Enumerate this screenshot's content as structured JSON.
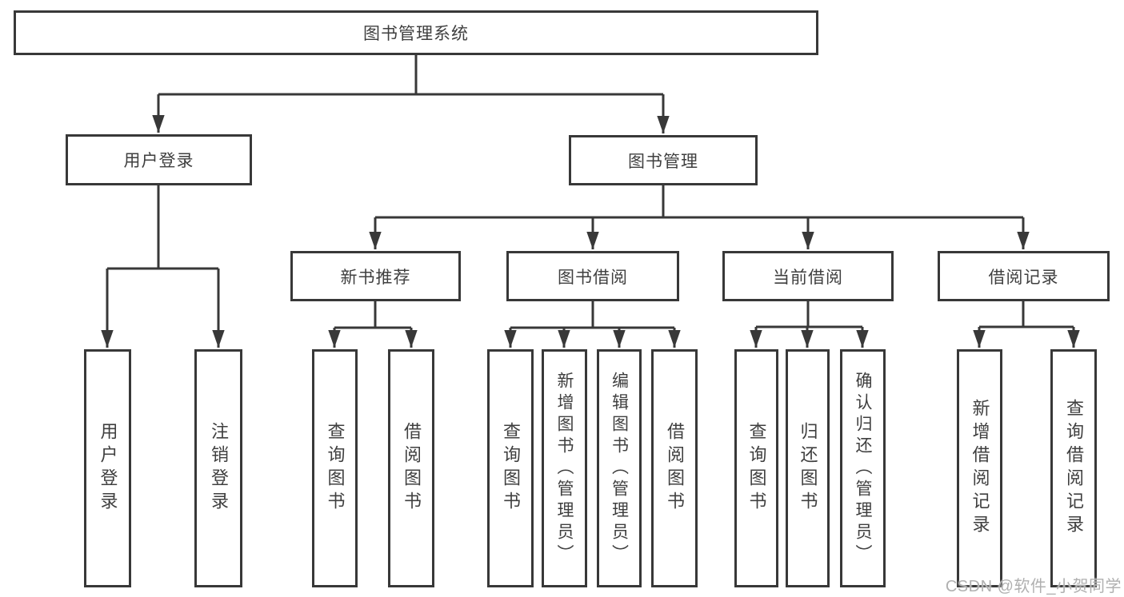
{
  "tree": {
    "label": "图书管理系统",
    "children": [
      {
        "label": "用户登录",
        "children": [
          {
            "label": "用户登录"
          },
          {
            "label": "注销登录"
          }
        ]
      },
      {
        "label": "图书管理",
        "children": [
          {
            "label": "新书推荐",
            "children": [
              {
                "label": "查询图书"
              },
              {
                "label": "借阅图书"
              }
            ]
          },
          {
            "label": "图书借阅",
            "children": [
              {
                "label": "查询图书"
              },
              {
                "label": "新增图书（管理员）"
              },
              {
                "label": "编辑图书（管理员）"
              },
              {
                "label": "借阅图书"
              }
            ]
          },
          {
            "label": "当前借阅",
            "children": [
              {
                "label": "查询图书"
              },
              {
                "label": "归还图书"
              },
              {
                "label": "确认归还（管理员）"
              }
            ]
          },
          {
            "label": "借阅记录",
            "children": [
              {
                "label": "新增借阅记录"
              },
              {
                "label": "查询借阅记录"
              }
            ]
          }
        ]
      }
    ]
  },
  "watermark": {
    "text": "CSDN @软件_小贺同学"
  },
  "colors": {
    "line": "#383838",
    "arrow_fill": "#383838",
    "box_border": "#383838",
    "text": "#3f3f3f",
    "watermark": "#b0b0b0"
  }
}
